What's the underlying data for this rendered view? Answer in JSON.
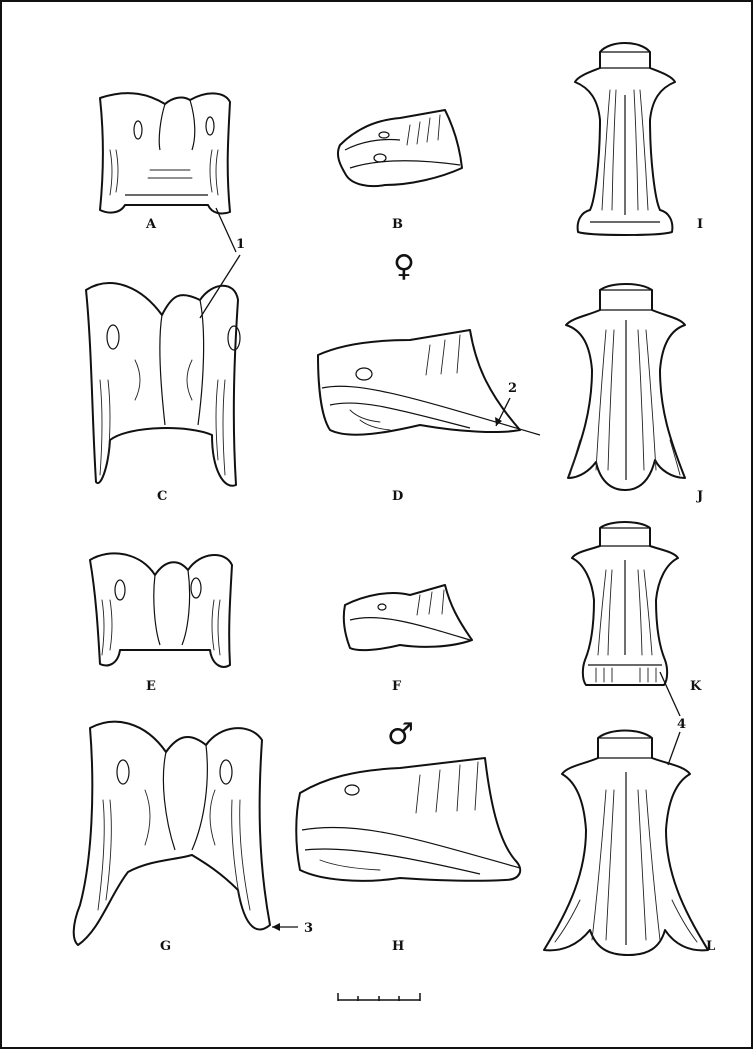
{
  "figure": {
    "panel_labels": [
      "A",
      "B",
      "C",
      "D",
      "E",
      "F",
      "G",
      "H",
      "I",
      "J",
      "K",
      "L"
    ],
    "callouts": [
      "1",
      "2",
      "3",
      "4"
    ],
    "female_symbol": "♀",
    "male_symbol": "♂"
  }
}
